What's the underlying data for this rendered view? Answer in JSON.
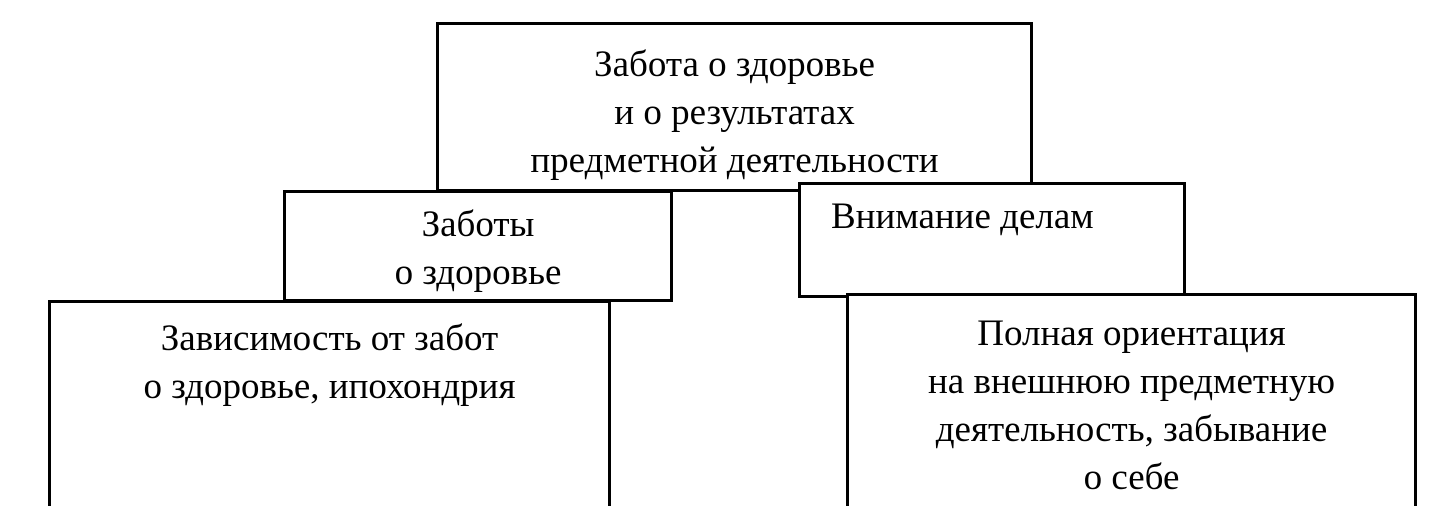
{
  "diagram": {
    "top_box": {
      "lines": [
        "Забота о здоровье",
        "и о результатах",
        "предметной деятельности"
      ]
    },
    "mid_left_box": {
      "lines": [
        "Заботы",
        "о здоровье"
      ]
    },
    "mid_right_box": {
      "lines": [
        "Внимание делам"
      ]
    },
    "bottom_left_box": {
      "lines": [
        "Зависимость от забот",
        "о здоровье, ипохондрия"
      ]
    },
    "bottom_right_box": {
      "lines": [
        "Полная ориентация",
        "на внешнюю предметную",
        "деятельность, забывание",
        "о себе"
      ]
    }
  }
}
